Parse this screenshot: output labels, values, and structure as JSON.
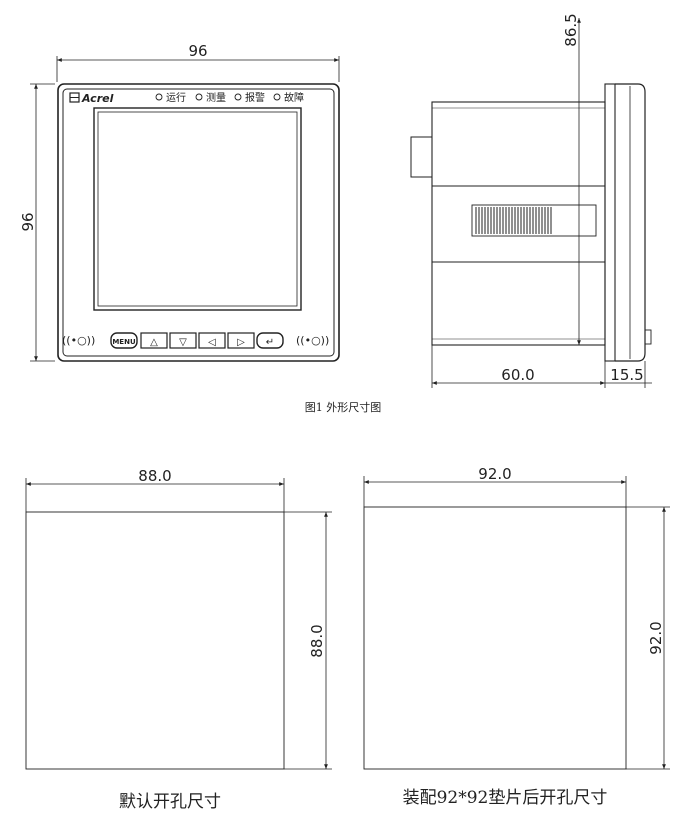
{
  "front_view": {
    "width_label": "96",
    "height_label": "96",
    "brand": "Acrel",
    "indicators": [
      "运行",
      "测量",
      "报警",
      "故障"
    ],
    "buttons": [
      "MENU",
      "△",
      "▽",
      "◁",
      "▷",
      "↵"
    ],
    "nfc_left": "((•○))",
    "nfc_right": "((•○))"
  },
  "side_view": {
    "height_label": "86.5",
    "depth_label": "60.0",
    "bezel_label": "15.5"
  },
  "figure_caption": "图1  外形尺寸图",
  "cutout_default": {
    "width_label": "88.0",
    "height_label": "88.0",
    "caption": "默认开孔尺寸"
  },
  "cutout_gasket": {
    "width_label": "92.0",
    "height_label": "92.0",
    "caption": "装配92*92垫片后开孔尺寸"
  }
}
